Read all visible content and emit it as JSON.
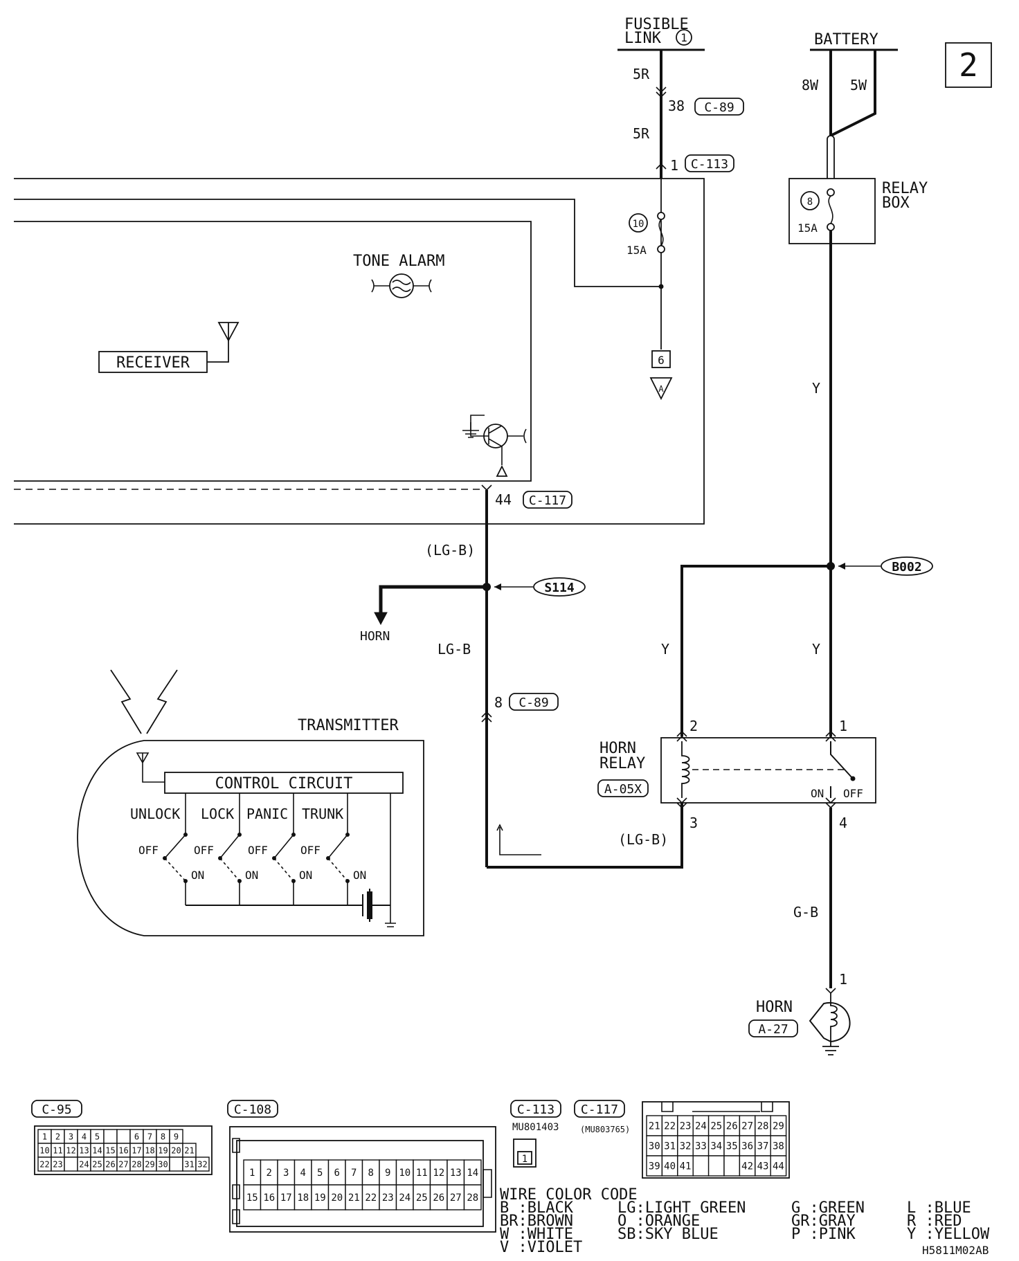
{
  "page_number": "2",
  "power": {
    "fusible_link_line1": "FUSIBLE",
    "fusible_link_line2": "LINK",
    "fusible_link_num": "1",
    "battery": "BATTERY",
    "wire_8w": "8W",
    "wire_5w": "5W",
    "relay_box_line1": "RELAY",
    "relay_box_line2": "BOX",
    "fuse8_num": "8",
    "fuse8_rating": "15A",
    "fuse10_num": "10",
    "fuse10_rating": "15A"
  },
  "left_circuit": {
    "wire_top": "5R",
    "pin_38": "38",
    "conn_c89_top": "C-89",
    "wire_mid": "5R",
    "pin_1": "1",
    "conn_c113": "C-113",
    "ref_6": "6",
    "ref_A": "A",
    "pin_44": "44",
    "conn_c117": "C-117",
    "wire_lgb_paren": "(LG-B)",
    "splice_s114": "S114",
    "to_horn": "HORN",
    "wire_lgb": "LG-B",
    "pin_8": "8",
    "conn_c89_bottom": "C-89",
    "wire_lgb_bottom": "(LG-B)"
  },
  "module": {
    "tone_alarm": "TONE ALARM",
    "receiver": "RECEIVER"
  },
  "transmitter": {
    "title": "TRANSMITTER",
    "control_circuit": "CONTROL CIRCUIT",
    "buttons": [
      "UNLOCK",
      "LOCK",
      "PANIC",
      "TRUNK"
    ],
    "off": "OFF",
    "on": "ON"
  },
  "right_circuit": {
    "wire_y_top": "Y",
    "splice_b002": "B002",
    "wire_y_left": "Y",
    "wire_y_right": "Y",
    "horn_relay_line1": "HORN",
    "horn_relay_line2": "RELAY",
    "horn_relay_conn": "A-05X",
    "pin_2": "2",
    "pin_1": "1",
    "pin_3": "3",
    "pin_4": "4",
    "relay_on": "ON",
    "relay_off": "OFF",
    "wire_gb": "G-B",
    "horn_pin_1": "1",
    "horn": "HORN",
    "horn_conn": "A-27"
  },
  "connectors": {
    "c95": {
      "label": "C-95",
      "row1": [
        "1",
        "2",
        "3",
        "4",
        "5",
        "",
        "",
        "6",
        "7",
        "8",
        "9"
      ],
      "row2": [
        "10",
        "11",
        "12",
        "13",
        "14",
        "15",
        "16",
        "17",
        "18",
        "19",
        "20",
        "21"
      ],
      "row3": [
        "22",
        "23",
        "",
        "24",
        "25",
        "26",
        "27",
        "28",
        "29",
        "30",
        "",
        "31",
        "32"
      ]
    },
    "c108": {
      "label": "C-108",
      "row1": [
        "1",
        "2",
        "3",
        "4",
        "5",
        "6",
        "7",
        "8",
        "9",
        "10",
        "11",
        "12",
        "13",
        "14"
      ],
      "row2": [
        "15",
        "16",
        "17",
        "18",
        "19",
        "20",
        "21",
        "22",
        "23",
        "24",
        "25",
        "26",
        "27",
        "28"
      ]
    },
    "c113": {
      "label": "C-113",
      "part": "MU801403",
      "pin": "1"
    },
    "c117": {
      "label": "C-117",
      "part": "(MU803765)",
      "row1": [
        "21",
        "22",
        "23",
        "24",
        "25",
        "26",
        "27",
        "28",
        "29"
      ],
      "row2": [
        "30",
        "31",
        "32",
        "33",
        "34",
        "35",
        "36",
        "37",
        "38"
      ],
      "row3": [
        "39",
        "40",
        "41",
        "",
        "",
        "",
        "42",
        "43",
        "44"
      ]
    }
  },
  "wire_color_code": {
    "title": "WIRE COLOR CODE",
    "col1": [
      "B :BLACK",
      "BR:BROWN",
      "W :WHITE",
      "V :VIOLET"
    ],
    "col2": [
      "LG:LIGHT GREEN",
      "O :ORANGE",
      "SB:SKY BLUE"
    ],
    "col3": [
      "G :GREEN",
      "GR:GRAY",
      "P :PINK"
    ],
    "col4": [
      "L :BLUE",
      "R :RED",
      "Y :YELLOW"
    ]
  },
  "figure_id": "H5811M02AB"
}
